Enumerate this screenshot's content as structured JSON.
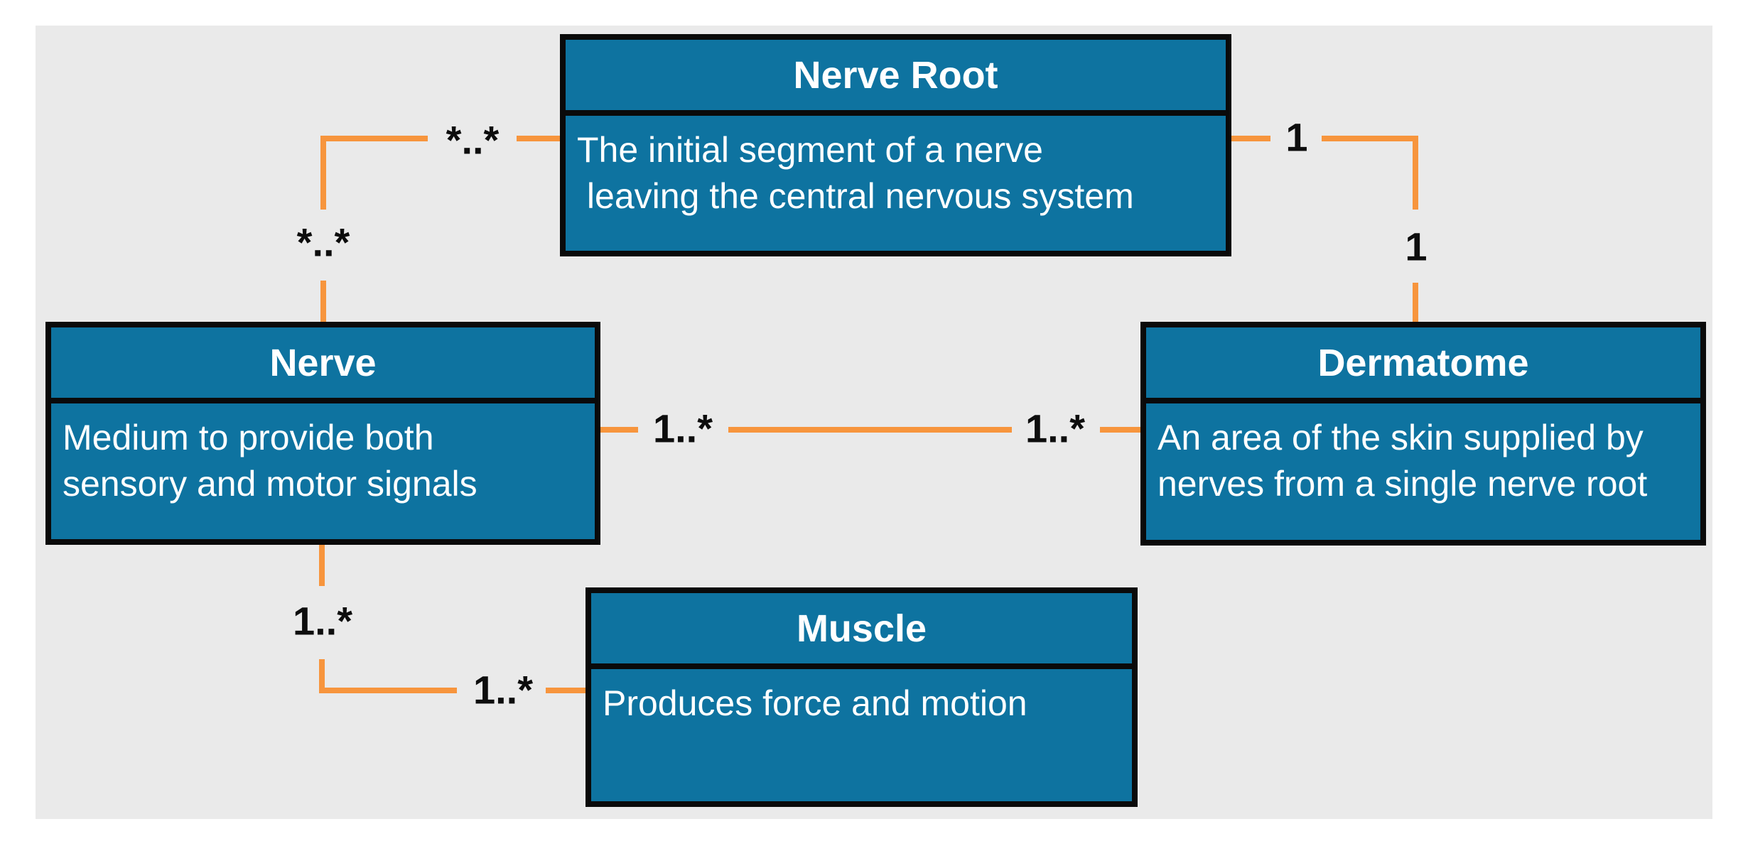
{
  "diagram": {
    "entities": [
      {
        "name": "Nerve Root",
        "description": "The initial segment of a nerve\n leaving the central nervous system"
      },
      {
        "name": "Nerve",
        "description": "Medium to provide both\nsensory and motor signals"
      },
      {
        "name": "Dermatome",
        "description": "An area of the skin supplied by\nnerves from a single nerve root"
      },
      {
        "name": "Muscle",
        "description": "Produces force and motion"
      }
    ],
    "associations": [
      {
        "between": "Nerve Root - Nerve",
        "labels": [
          "*..*",
          "*..*"
        ]
      },
      {
        "between": "Nerve Root - Dermatome",
        "labels": [
          "1",
          "1"
        ]
      },
      {
        "between": "Nerve - Dermatome",
        "labels": [
          "1..*",
          "1..*"
        ]
      },
      {
        "between": "Nerve - Muscle",
        "labels": [
          "1..*",
          "1..*"
        ]
      }
    ],
    "theme": {
      "box_fill": "#0E73A0",
      "box_border": "#0A0A0A",
      "connector": "#F7953D",
      "canvas": "#EAEAEA",
      "text": "#FFFFFF",
      "label_color": "#0D0D0D"
    }
  }
}
